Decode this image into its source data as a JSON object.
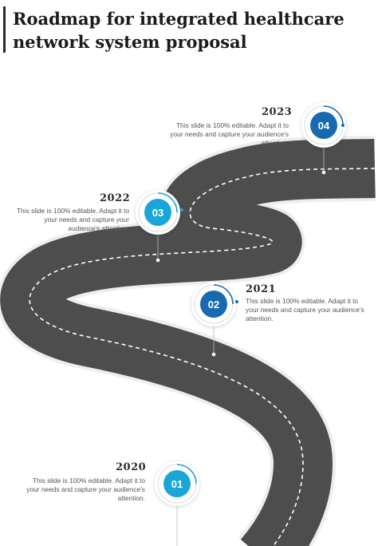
{
  "title": "Roadmap for integrated healthcare network system proposal",
  "colors": {
    "road": "#4d4d4d",
    "road_edge": "#eeeeee",
    "dashes": "#ffffff",
    "blue_dark": "#1769b0",
    "blue_light": "#1aa6d8",
    "ring": "#d9e4ea"
  },
  "milestones": [
    {
      "number": "01",
      "year": "2020",
      "description": "This slide is 100% editable. Adapt it to your needs and capture your audience's attention.",
      "color": "#1aa6d8"
    },
    {
      "number": "02",
      "year": "2021",
      "description": "This slide is 100% editable. Adapt it to your needs and capture your audience's attention.",
      "color": "#1769b0"
    },
    {
      "number": "03",
      "year": "2022",
      "description": "This slide is 100% editable. Adapt it to your needs and capture your audience's attention.",
      "color": "#1aa6d8"
    },
    {
      "number": "04",
      "year": "2023",
      "description": "This slide is 100% editable. Adapt it to your needs and capture your audience's attention.",
      "color": "#1769b0"
    }
  ]
}
